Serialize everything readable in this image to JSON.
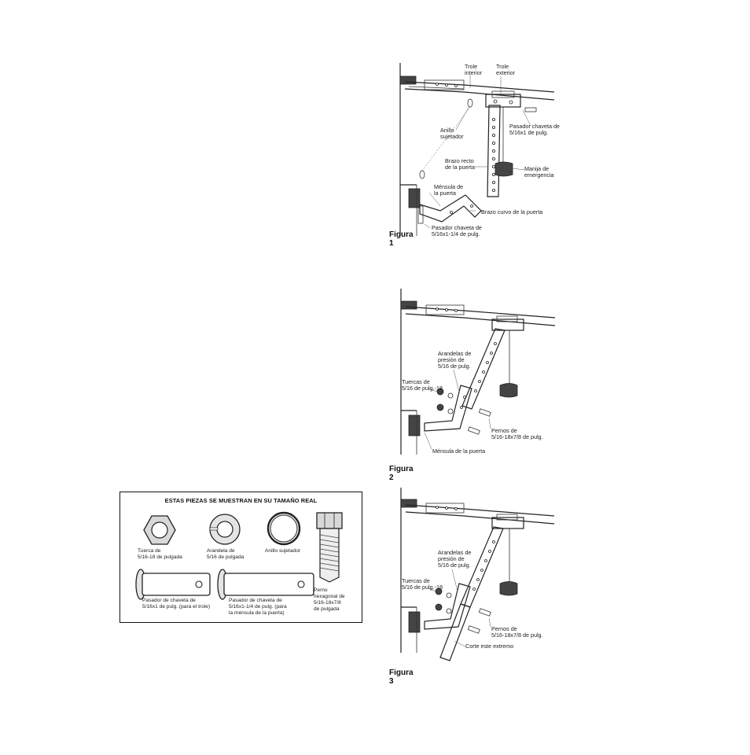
{
  "figure1": {
    "caption": "Figura 1",
    "labels": {
      "trole_interior": "Trole\ninterior",
      "trole_exterior": "Trole\nexterior",
      "pasador_trole": "Pasador chaveta de\n5/16x1 de pulg.",
      "anillo": "Anillo\nsujetador",
      "brazo_recto": "Brazo recto\nde la puerta",
      "manija": "Manija de\nemergencia",
      "mensula": "Ménsula de\nla puerta",
      "brazo_curvo": "Brazo curvo de la puerta",
      "pasador_mensula": "Pasador chaveta de\n5/16x1-1/4 de pulg."
    }
  },
  "figure2": {
    "caption": "Figura 2",
    "labels": {
      "arandelas": "Arandelas de\npresión de\n5/16 de pulg.",
      "tuercas": "Tuercas de\n5/16 de pulg.-18",
      "pernos": "Pernos de\n5/16-18x7/8 de pulg.",
      "mensula": "Ménsula de la puerta"
    }
  },
  "figure3": {
    "caption": "Figura 3",
    "labels": {
      "arandelas": "Arandelas de\npresión de\n5/16 de pulg.",
      "tuercas": "Tuercas de\n5/16 de pulg.-18",
      "pernos": "Pernos de\n5/16-18x7/8 de pulg.",
      "corte": "Corte este extremo"
    }
  },
  "parts_box": {
    "title": "ESTAS PIEZAS SE MUESTRAN EN SU TAMAÑO REAL",
    "tuerca": "Tuerca de\n5/16-18 de pulgada",
    "arandela": "Arandela de\n5/16 de pulgada",
    "anillo": "Anillo sujetador",
    "perno": "Perno\nhexagonal de\n5/16-18x7/8\nde pulgada",
    "pasador_trole": "Pasador de chaveta de\n5/16x1 de pulg. (para el trole)",
    "pasador_mensula": "Pasador de chaveta de\n5/16x1-1/4 de pulg. (para\nla ménsula de la puerta)"
  }
}
